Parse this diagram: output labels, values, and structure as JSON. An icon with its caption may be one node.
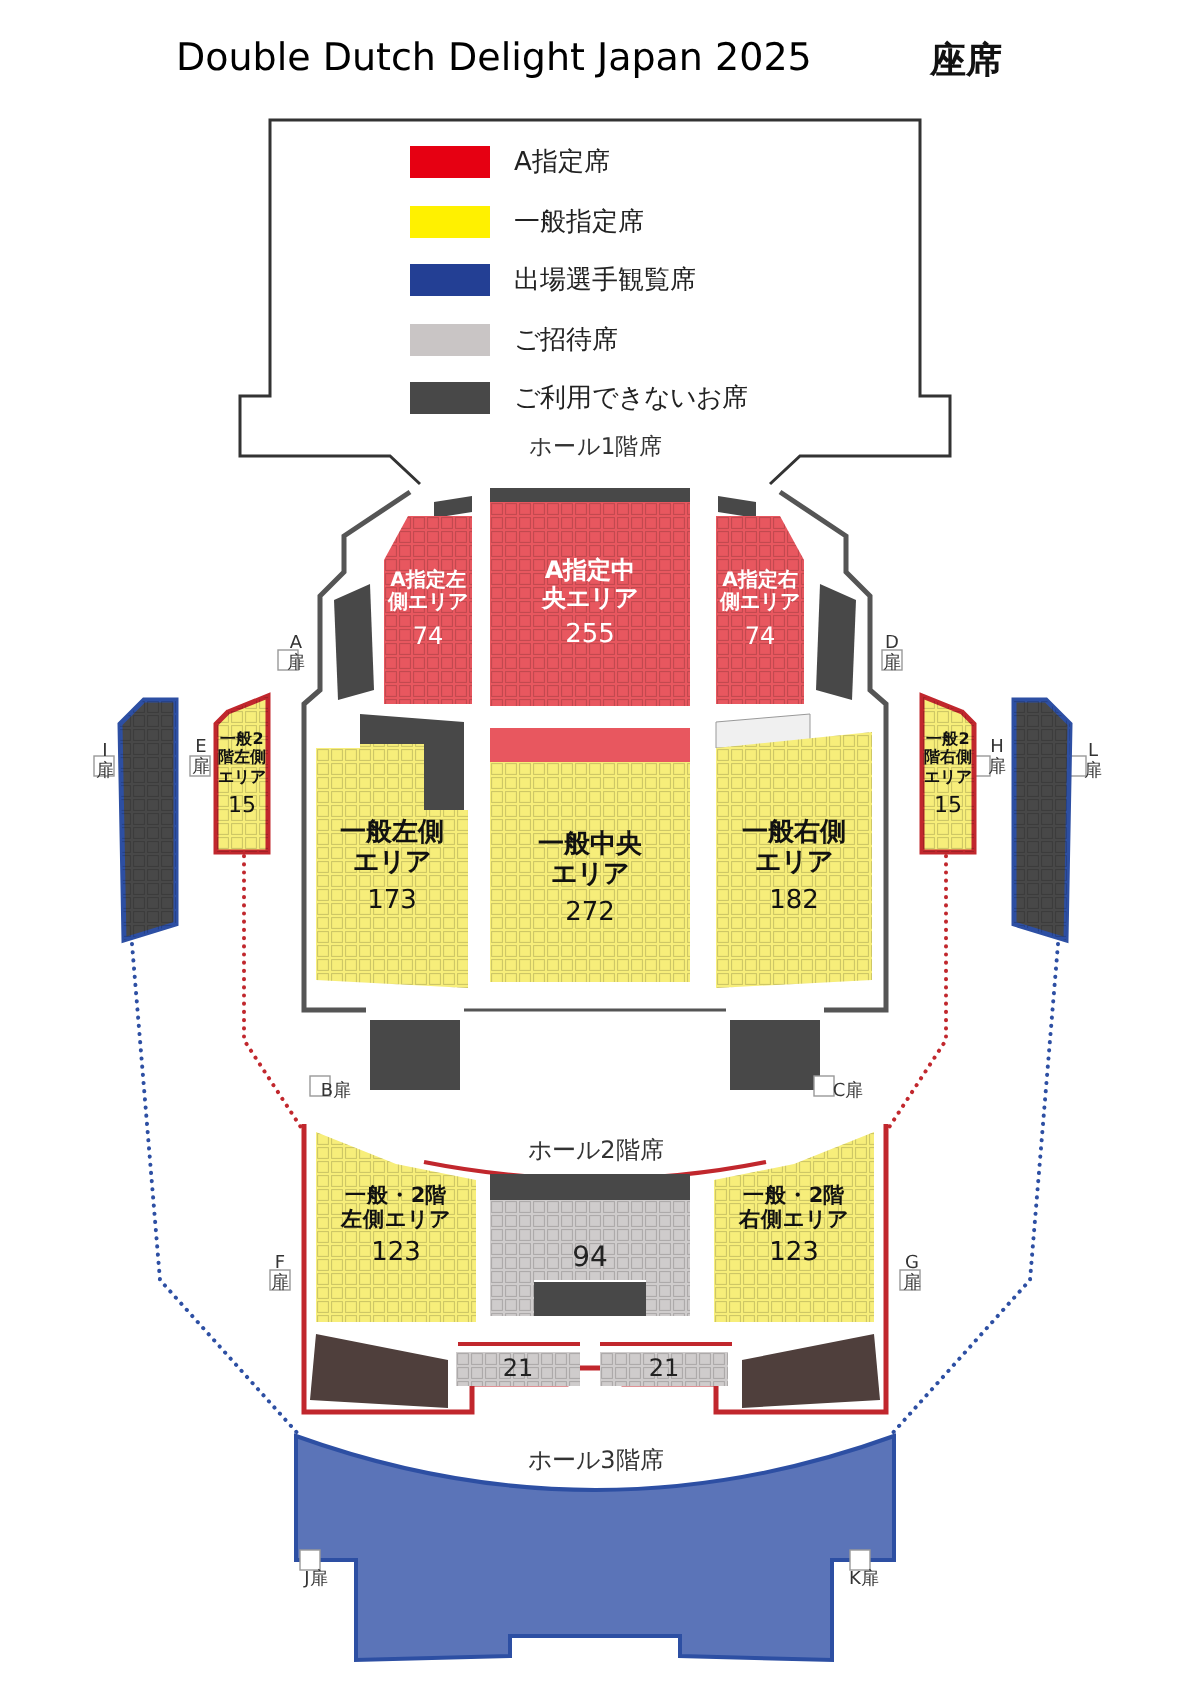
{
  "diagram": {
    "title": "Double Dutch Delight Japan 2025",
    "nodes": [
      {
        "text": [
          "A指定左側エリア",
          "74"
        ]
      },
      {
        "text": [
          "A指定中央エリア",
          "255"
        ]
      },
      {
        "text": [
          "A指定右側エリア",
          "74"
        ]
      },
      {
        "text": [
          "一般2階左側エリア",
          "15"
        ],
        "beside": [
          "E扉"
        ]
      },
      {
        "text": [
          "一般左側エリア",
          "173"
        ]
      },
      {
        "text": [
          "一般中央エリア",
          "272"
        ]
      },
      {
        "text": [
          "一般右側エリア",
          "182"
        ]
      },
      {
        "text": [
          "一般2階右側エリア",
          "15"
        ],
        "beside": [
          "H扉"
        ]
      },
      {
        "text": [
          "一般・2階左側エリア",
          "123"
        ]
      },
      {
        "text": [
          "94"
        ]
      },
      {
        "text": [
          "一般・2階右側エリア",
          "123"
        ]
      },
      {
        "text": [
          "21"
        ]
      },
      {
        "text": [
          "21"
        ]
      },
      {
        "text": [],
        "shape": "box",
        "beside": [
          "I扉"
        ]
      },
      {
        "text": [],
        "shape": "box",
        "beside": [
          "L扉"
        ]
      }
    ],
    "labels": [
      "座席",
      "ホール1階席",
      "A扉",
      "D扉",
      "B扉",
      "C扉",
      "ホール2階席",
      "F扉",
      "G扉",
      "ホール3階席",
      "J扉",
      "K扉"
    ],
    "legend": [
      {
        "text": "A指定席",
        "color": "#e60012"
      },
      {
        "text": "一般指定席",
        "color": "#fff100"
      },
      {
        "text": "出場選手観覧席",
        "color": "#233f94"
      },
      {
        "text": "ご招待席",
        "color": "#c9c5c5"
      },
      {
        "text": "ご利用できないお席",
        "color": "#484848"
      }
    ]
  }
}
